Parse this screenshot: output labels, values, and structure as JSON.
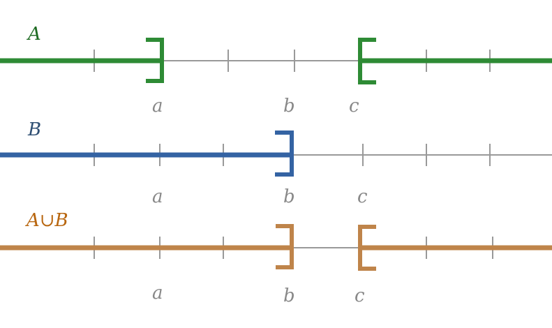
{
  "colors": {
    "axis": "#999999",
    "background": "#ffffff",
    "label_gray": "#888888"
  },
  "rows": [
    {
      "id": "A",
      "label": "A",
      "color": "#2e8b35",
      "label_color": "#1e6b22",
      "tick_labels": [
        "a",
        "b",
        "c"
      ],
      "intervals": [
        {
          "from": "-infinity",
          "to": "a",
          "right_bracket": "closed"
        },
        {
          "from": "c",
          "to": "+infinity",
          "left_bracket": "closed"
        }
      ]
    },
    {
      "id": "B",
      "label": "B",
      "color": "#3463a3",
      "label_color": "#2f4f73",
      "tick_labels": [
        "a",
        "b",
        "c"
      ],
      "intervals": [
        {
          "from": "-infinity",
          "to": "b",
          "right_bracket": "closed"
        }
      ]
    },
    {
      "id": "AuB",
      "label": "A∪B",
      "color": "#bf844a",
      "label_color": "#b8660f",
      "tick_labels": [
        "a",
        "b",
        "c"
      ],
      "intervals": [
        {
          "from": "-infinity",
          "to": "b",
          "right_bracket": "closed"
        },
        {
          "from": "c",
          "to": "+infinity",
          "left_bracket": "closed"
        }
      ]
    }
  ]
}
